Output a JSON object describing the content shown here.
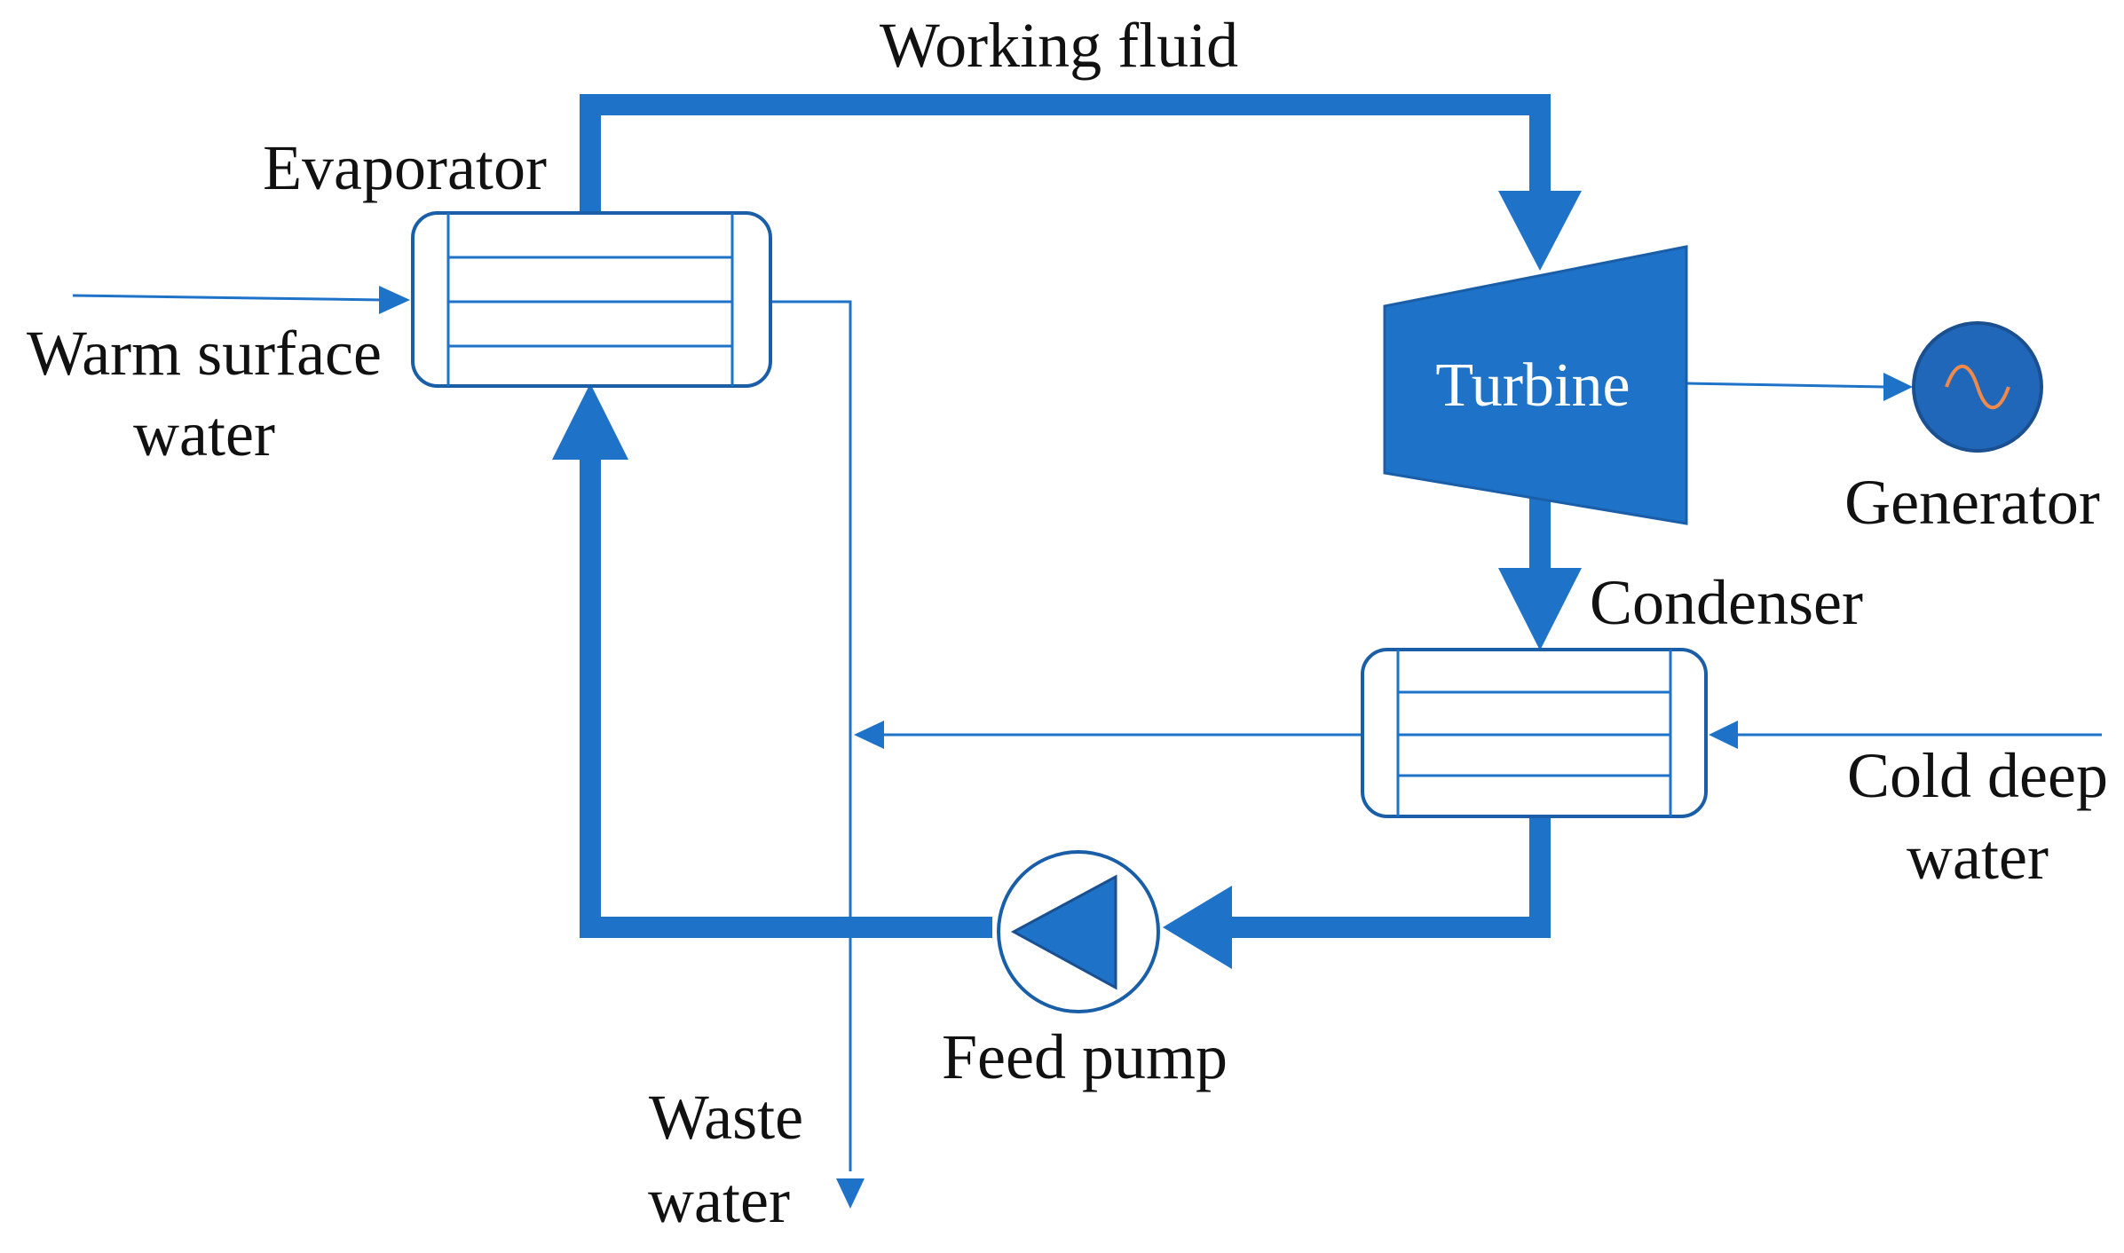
{
  "colors": {
    "flow": "#1e73c8",
    "outline": "#1a5ea8",
    "generator_fill": "#2167b9",
    "generator_wave": "#f08a4b",
    "text": "#111111",
    "turbine_text": "#ffffff"
  },
  "labels": {
    "working_fluid": "Working fluid",
    "evaporator": "Evaporator",
    "warm_surface_water_line1": "Warm surface",
    "warm_surface_water_line2": "water",
    "turbine": "Turbine",
    "generator": "Generator",
    "condenser": "Condenser",
    "cold_deep_water_line1": "Cold deep",
    "cold_deep_water_line2": "water",
    "feed_pump": "Feed pump",
    "waste_water_line1": "Waste",
    "waste_water_line2": "water"
  },
  "icons": {
    "generator": "sine-wave-icon",
    "pump": "triangle-pump-icon"
  }
}
